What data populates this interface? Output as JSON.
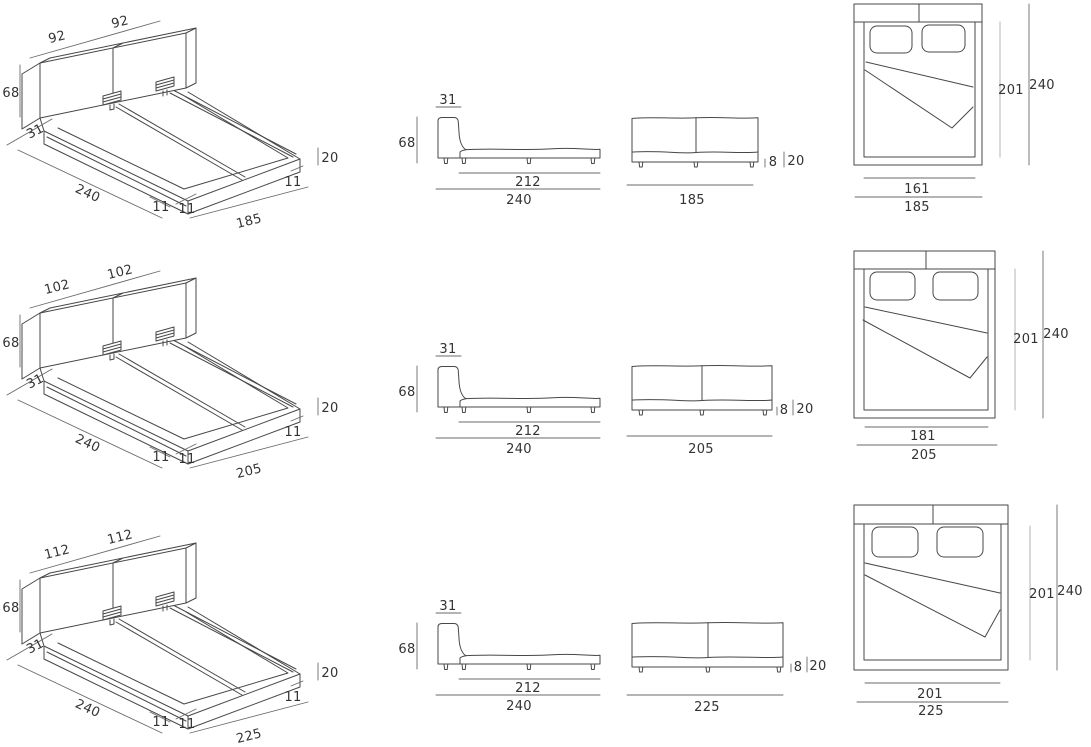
{
  "drawing": {
    "background": "#ffffff",
    "line_color": "#474747",
    "dim_line_color": "#6a6a6a",
    "light_dim_line_color": "#ababab",
    "label_color": "#333333",
    "rows": [
      {
        "iso": {
          "headboard_section_1": "92",
          "headboard_section_2": "92",
          "height": "68",
          "headboard_depth": "31",
          "length": "240",
          "frame_front_1": "11",
          "frame_front_2": "11",
          "width": "185",
          "frame_side": "11",
          "platform_height": "20"
        },
        "side": {
          "headboard_depth": "31",
          "height": "68",
          "slat_length": "212",
          "length": "240"
        },
        "front": {
          "width": "185",
          "leg_height": "8",
          "platform_height": "20"
        },
        "plan": {
          "mattress_length": "201",
          "length": "240",
          "mattress_width": "161",
          "width": "185"
        }
      },
      {
        "iso": {
          "headboard_section_1": "102",
          "headboard_section_2": "102",
          "height": "68",
          "headboard_depth": "31",
          "length": "240",
          "frame_front_1": "11",
          "frame_front_2": "11",
          "width": "205",
          "frame_side": "11",
          "platform_height": "20"
        },
        "side": {
          "headboard_depth": "31",
          "height": "68",
          "slat_length": "212",
          "length": "240"
        },
        "front": {
          "width": "205",
          "leg_height": "8",
          "platform_height": "20"
        },
        "plan": {
          "mattress_length": "201",
          "length": "240",
          "mattress_width": "181",
          "width": "205"
        }
      },
      {
        "iso": {
          "headboard_section_1": "112",
          "headboard_section_2": "112",
          "height": "68",
          "headboard_depth": "31",
          "length": "240",
          "frame_front_1": "11",
          "frame_front_2": "11",
          "width": "225",
          "frame_side": "11",
          "platform_height": "20"
        },
        "side": {
          "headboard_depth": "31",
          "height": "68",
          "slat_length": "212",
          "length": "240"
        },
        "front": {
          "width": "225",
          "leg_height": "8",
          "platform_height": "20"
        },
        "plan": {
          "mattress_length": "201",
          "length": "240",
          "mattress_width": "201",
          "width": "225"
        }
      }
    ]
  }
}
